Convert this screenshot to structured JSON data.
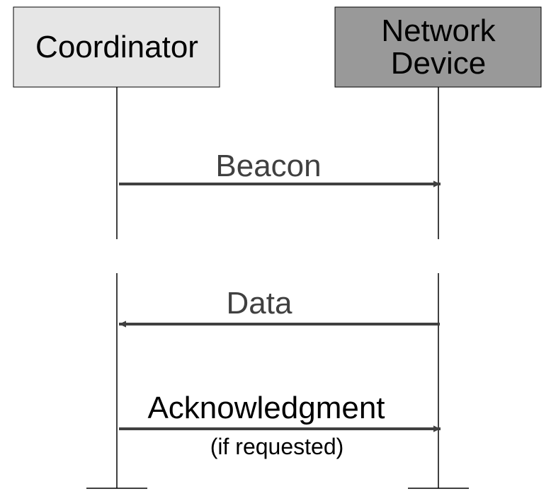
{
  "participants": {
    "coordinator": {
      "label": "Coordinator",
      "fill": "#e6e6e6"
    },
    "network_device": {
      "label_line1": "Network",
      "label_line2": "Device",
      "fill": "#999999"
    }
  },
  "messages": {
    "beacon": {
      "label": "Beacon",
      "from": "coordinator",
      "to": "network_device"
    },
    "data": {
      "label": "Data",
      "from": "network_device",
      "to": "coordinator"
    },
    "acknowledgment": {
      "label": "Acknowledgment",
      "note": "(if requested)",
      "from": "coordinator",
      "to": "network_device"
    }
  },
  "colors": {
    "arrow": "#404040",
    "lifeline": "#000000",
    "label_muted": "#404040",
    "label_dark": "#000000"
  }
}
